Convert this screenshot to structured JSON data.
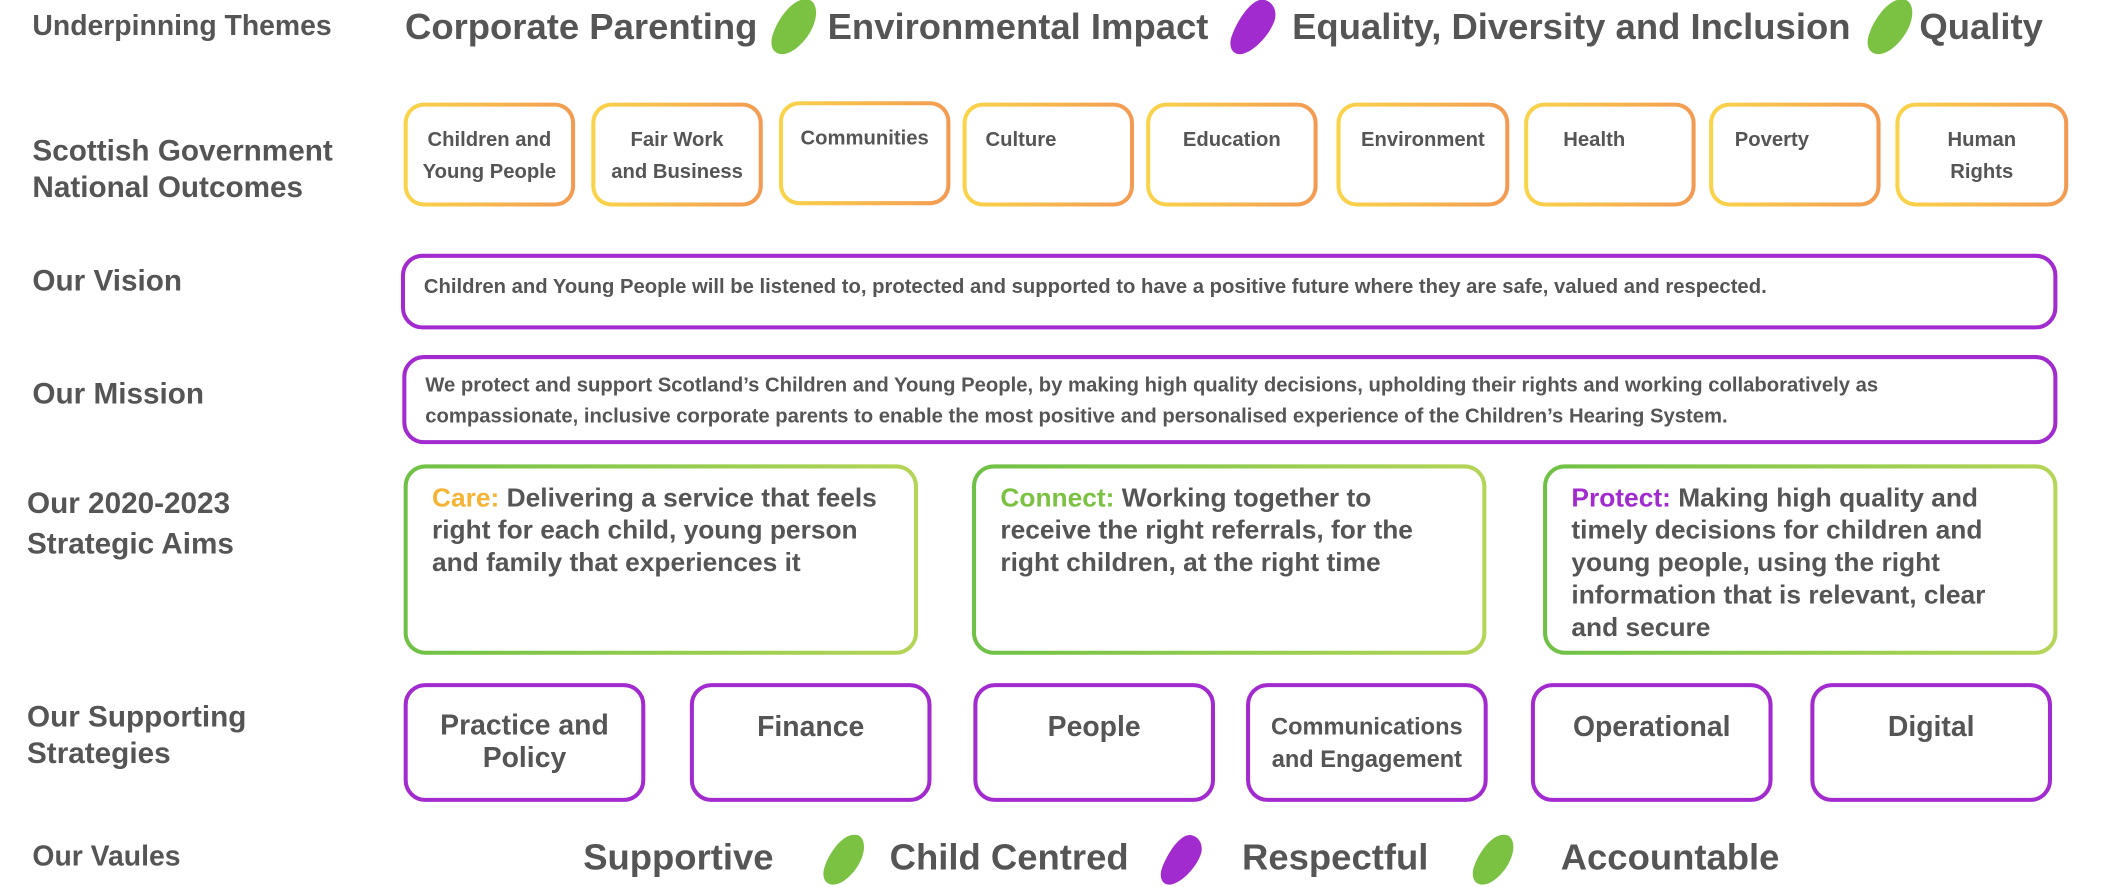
{
  "labels": {
    "themes": "Underpinning Themes",
    "outcomes_line1": "Scottish Government",
    "outcomes_line2": "National Outcomes",
    "vision": "Our Vision",
    "mission": "Our Mission",
    "aims_line1": "Our 2020-2023",
    "aims_line2": "Strategic Aims",
    "strategies_line1": "Our Supporting",
    "strategies_line2": "Strategies",
    "values": "Our Vaules"
  },
  "themes": [
    "Corporate Parenting",
    "Environmental Impact",
    "Equality, Diversity and Inclusion",
    "Quality"
  ],
  "outcomes": [
    {
      "line1": "Children and",
      "line2": "Young People"
    },
    {
      "line1": "Fair Work",
      "line2": "and Business"
    },
    {
      "line1": "Communities",
      "line2": ""
    },
    {
      "line1": "Culture",
      "line2": ""
    },
    {
      "line1": "Education",
      "line2": ""
    },
    {
      "line1": "Environment",
      "line2": ""
    },
    {
      "line1": "Health",
      "line2": ""
    },
    {
      "line1": "Poverty",
      "line2": ""
    },
    {
      "line1": "Human",
      "line2": "Rights"
    }
  ],
  "vision": "Children and Young People will be listened to, protected and supported to have a positive future where they are safe, valued and respected.",
  "mission_line1": "We protect and support Scotland’s Children and Young People, by making high quality decisions, upholding their rights and working collaboratively as",
  "mission_line2": "compassionate, inclusive corporate parents to enable the most positive and personalised experience of the Children’s Hearing System.",
  "aims": [
    {
      "keyword": "Care:",
      "text": "Delivering a service that feels right for each child, young person and family that experiences it",
      "color": "#f5b436"
    },
    {
      "keyword": "Connect:",
      "text": "Working together to receive the right referrals, for the right children, at the right time",
      "color": "#7cc242"
    },
    {
      "keyword": "Protect:",
      "text": "Making high quality and timely decisions for children and young people, using the right information that is relevant, clear and secure",
      "color": "#a22bd0"
    }
  ],
  "strategies": [
    {
      "line1": "Practice and",
      "line2": "Policy"
    },
    {
      "line1": "Finance",
      "line2": ""
    },
    {
      "line1": "People",
      "line2": ""
    },
    {
      "line1": "Communications",
      "line2": "and Engagement"
    },
    {
      "line1": "Operational",
      "line2": ""
    },
    {
      "line1": "Digital",
      "line2": ""
    }
  ],
  "values": [
    "Supportive",
    "Child Centred",
    "Respectful",
    "Accountable"
  ],
  "colors": {
    "green": "#7cc242",
    "purple": "#a22bd0",
    "yellow": "#f9d54a",
    "orange": "#f39a52",
    "text": "#555555"
  },
  "icons": {
    "theme_separators": [
      "green-leaf-icon",
      "purple-leaf-icon",
      "green-leaf-icon"
    ],
    "value_separators": [
      "green-leaf-icon",
      "purple-leaf-icon",
      "green-leaf-icon"
    ]
  }
}
